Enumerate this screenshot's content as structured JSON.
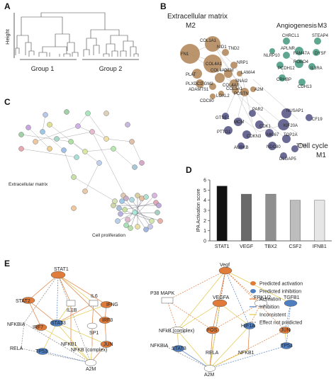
{
  "panels": {
    "A": {
      "label": "A",
      "ylabel": "Height",
      "groups": [
        "Group 1",
        "Group 2"
      ]
    },
    "B": {
      "label": "B",
      "modules": [
        {
          "name": "Extracellular matrix",
          "id": "M2",
          "color": "#b38a5e"
        },
        {
          "name": "Angiogenesis",
          "id": "M3",
          "color": "#4e9e86"
        },
        {
          "name": "Cell cycle",
          "id": "M1",
          "color": "#5a5a8a"
        }
      ],
      "m2_genes": [
        "COL1A1",
        "FN1",
        "NID1",
        "TND2",
        "COL4A1",
        "NRP1",
        "COL4A2",
        "GEM",
        "LAMA4",
        "PLAT",
        "PLXDC1",
        "TGM2",
        "ADAMTS1",
        "SNAI2",
        "COL4A3",
        "POSTN",
        "A2M",
        "LOXL2",
        "COL3A1",
        "CDC80"
      ],
      "m3_genes": [
        "CHRCL1",
        "STEAP4",
        "APLNR",
        "NLRP10",
        "FAM47A",
        "DYSF",
        "ROBO4",
        "PCDH12",
        "IL3RA",
        "CRHBP",
        "CDH13"
      ],
      "m1_genes": [
        "GTSE1",
        "PAR2",
        "NUSAP1",
        "CF19",
        "MCM",
        "CDK1",
        "KIF20A",
        "PTTG1",
        "CDKN3",
        "MKI67",
        "TOP2A",
        "AURKB",
        "NDC80",
        "TTK1",
        "DLGAP5"
      ]
    },
    "C": {
      "label": "C",
      "cluster_labels": [
        "Extracellular matrix",
        "Cell proliferation"
      ]
    },
    "D": {
      "label": "D"
    },
    "E": {
      "label": "E",
      "legend": [
        {
          "label": "Predicted activation",
          "color": "#e07b39",
          "kind": "dot"
        },
        {
          "label": "Predicted inhibition",
          "color": "#4f7fc1",
          "kind": "dot"
        },
        {
          "label": "Activation",
          "color": "#e07b39",
          "kind": "line"
        },
        {
          "label": "Inhibition",
          "color": "#4f7fc1",
          "kind": "line"
        },
        {
          "label": "Inconsistent",
          "color": "#e3c948",
          "kind": "line"
        },
        {
          "label": "Effect not predicted",
          "color": "#888888",
          "kind": "line"
        }
      ],
      "left_nodes": [
        "STAT1",
        "STAT2",
        "IL1B",
        "IL6",
        "IFNG",
        "NFKBIA",
        "IRF7",
        "STAT3",
        "IRF3",
        "SP1",
        "RELA",
        "TP53",
        "NFKB1",
        "NFKB (complex)",
        "JUN",
        "A2M"
      ],
      "right_nodes": [
        "Vegf",
        "P38 MAPK",
        "VEGFA",
        "ERK1/2",
        "TGFB1",
        "NFkB (complex)",
        "FOS",
        "HIF1A",
        "JUN",
        "TP53",
        "NFKBIA",
        "STAT3",
        "RELA",
        "NFKB1",
        "A2M"
      ]
    }
  },
  "chart_data": {
    "type": "bar",
    "categories": [
      "STAT1",
      "VEGF",
      "TBX2",
      "CSF2",
      "IFNB1"
    ],
    "values": [
      5.4,
      4.6,
      4.6,
      4.0,
      4.0
    ],
    "ylabel": "IPA Activation score",
    "ylim": [
      0,
      6
    ],
    "yticks": [
      0,
      1,
      2,
      3,
      4,
      5,
      6
    ],
    "colors": [
      "#111111",
      "#6a6a6a",
      "#8f8f8f",
      "#bdbdbd",
      "#e6e6e6"
    ],
    "grid": false
  }
}
